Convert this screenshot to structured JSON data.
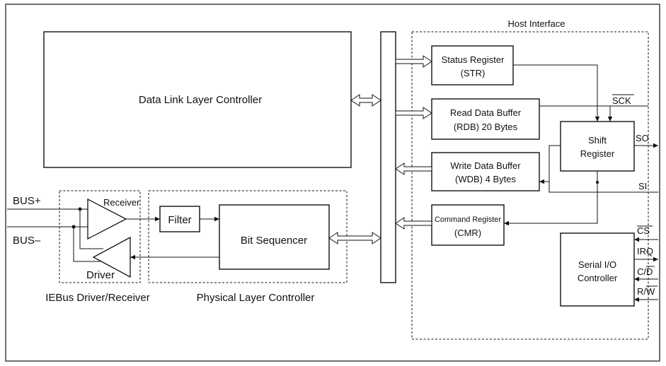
{
  "labels": {
    "host_interface": "Host Interface",
    "data_link": "Data Link Layer Controller",
    "status_register_1": "Status Register",
    "status_register_2": "(STR)",
    "read_buffer_1": "Read Data Buffer",
    "read_buffer_2": "(RDB) 20 Bytes",
    "write_buffer_1": "Write Data Buffer",
    "write_buffer_2": "(WDB) 4 Bytes",
    "command_register_1": "Command Register",
    "command_register_2": "(CMR)",
    "shift_register_1": "Shift",
    "shift_register_2": "Register",
    "serial_io_1": "Serial I/O",
    "serial_io_2": "Controller",
    "filter": "Filter",
    "bit_sequencer": "Bit Sequencer",
    "receiver": "Receiver",
    "driver": "Driver",
    "bus_plus": "BUS+",
    "bus_minus": "BUS–",
    "iebus_group": "IEBus Driver/Receiver",
    "physical_group": "Physical Layer Controller",
    "sck": "SCK",
    "so": "SO",
    "si": "SI",
    "cs": "CS",
    "irq": "IRQ",
    "cd": "C/D",
    "rw": "R/W"
  }
}
